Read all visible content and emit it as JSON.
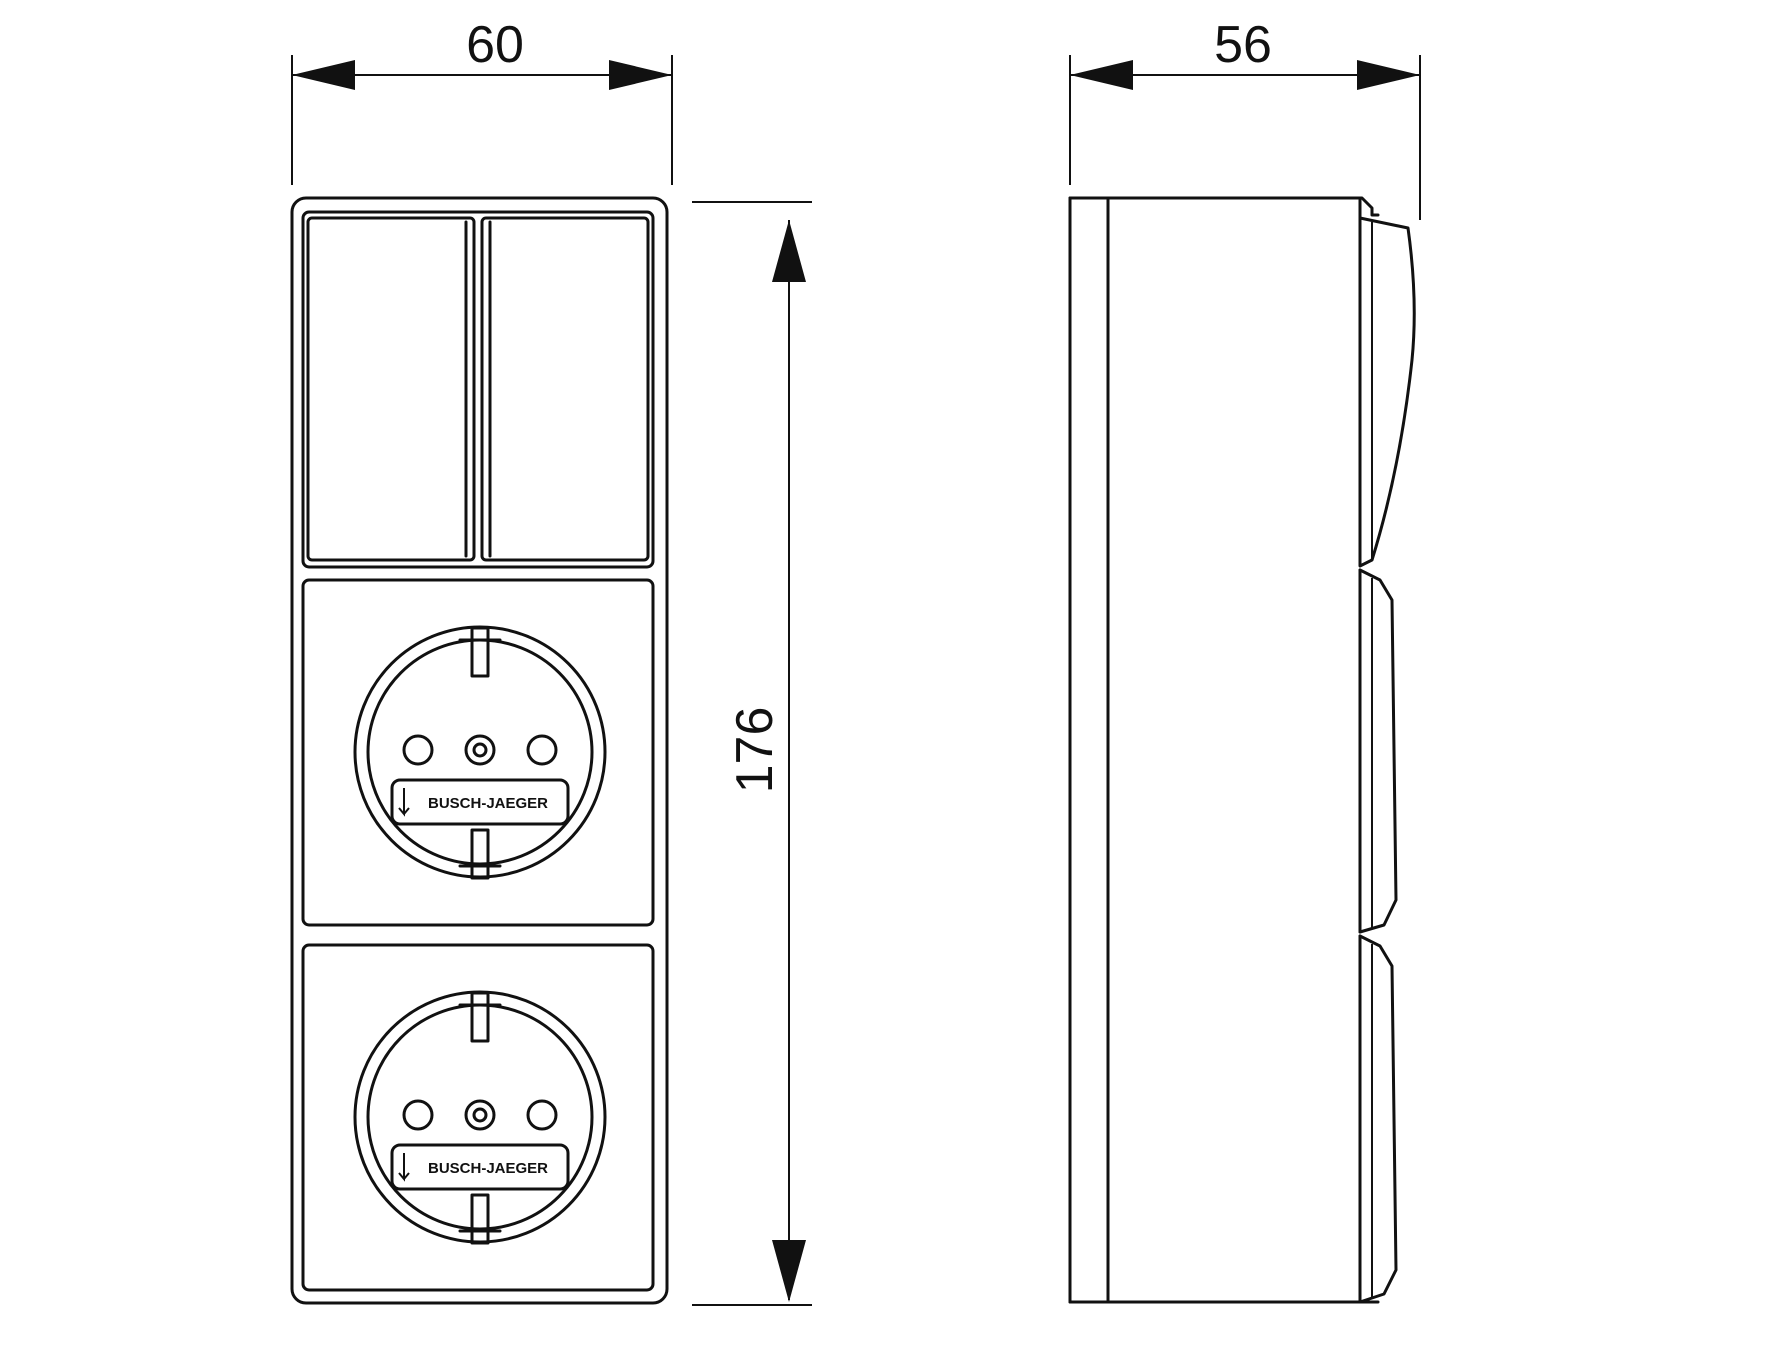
{
  "dimensions": {
    "front_width": "60",
    "side_depth": "56",
    "height": "176"
  },
  "brand_label": "BUSCH-JAEGER",
  "colors": {
    "line": "#111111",
    "background": "#ffffff"
  }
}
